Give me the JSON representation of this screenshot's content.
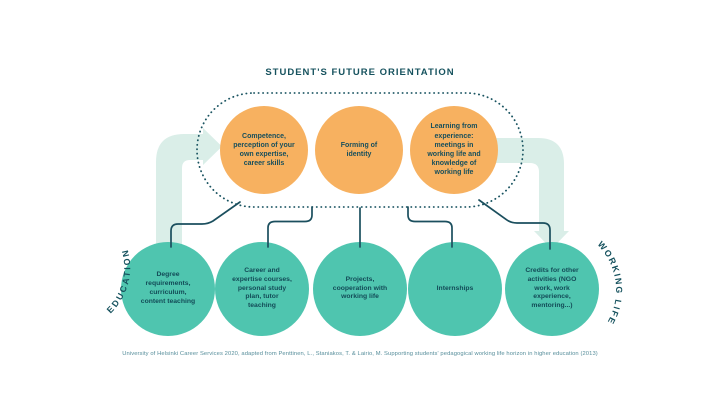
{
  "title": "STUDENT'S FUTURE ORIENTATION",
  "caption": "University of Helsinki Career Services 2020, adapted from Penttinen, L., Staniakos, T. & Lairio, M. Supporting students' pedagogical working life horizon in higher education (2013)",
  "side_labels": {
    "left": "EDUCATION",
    "right": "WORKING LIFE"
  },
  "orientation_circles": [
    {
      "label": "Competence, perception of your own expertise, career skills"
    },
    {
      "label": "Forming of identity"
    },
    {
      "label": "Learning from experience: meetings in working life and knowledge of working life"
    }
  ],
  "bottom_circles": [
    {
      "label": "Degree requirements, curriculum, content teaching"
    },
    {
      "label": "Career and expertise courses, personal study plan, tutor teaching"
    },
    {
      "label": "Projects, cooperation with working life"
    },
    {
      "label": "Internships"
    },
    {
      "label": "Credits for other activities (NGO work, work experience, mentoring...)"
    }
  ],
  "colors": {
    "orange_circle": "#F7B160",
    "teal_circle": "#4FC5AF",
    "dark_teal_text": "#16525E",
    "pale_band": "#DAEEE8",
    "caption_text": "#578E9B"
  }
}
